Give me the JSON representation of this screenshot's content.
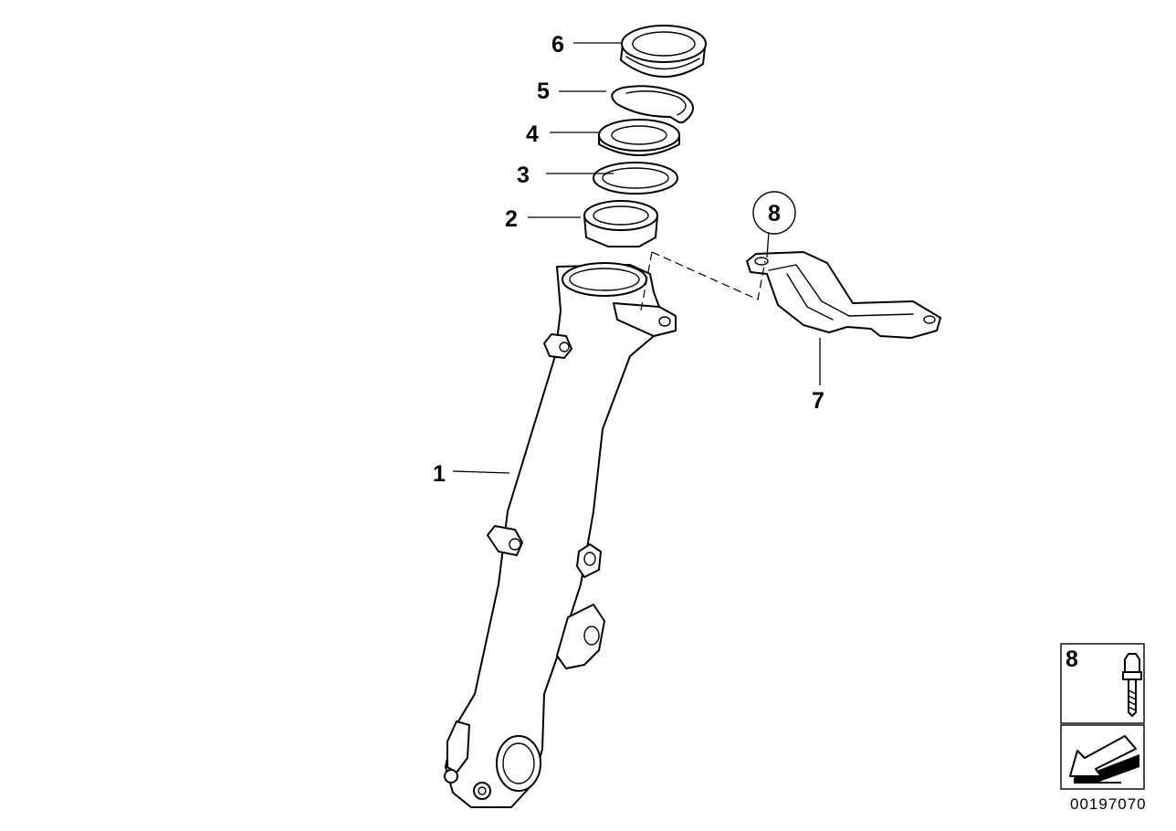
{
  "diagram": {
    "callouts": [
      {
        "id": "1",
        "label": "1"
      },
      {
        "id": "2",
        "label": "2"
      },
      {
        "id": "3",
        "label": "3"
      },
      {
        "id": "4",
        "label": "4"
      },
      {
        "id": "5",
        "label": "5"
      },
      {
        "id": "6",
        "label": "6"
      },
      {
        "id": "7",
        "label": "7"
      },
      {
        "id": "8",
        "label": "8"
      }
    ],
    "legend": {
      "item_label": "8",
      "document_number": "00197070"
    }
  }
}
